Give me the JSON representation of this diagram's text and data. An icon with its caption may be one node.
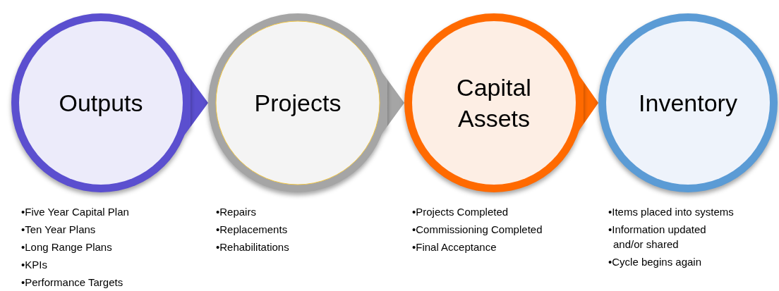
{
  "diagram": {
    "nodes": [
      {
        "text": [
          "Outputs"
        ],
        "beside": [
          "•Five Year Capital Plan",
          "•Ten Year Plans",
          "•Long Range Plans",
          "•KPIs",
          "•Performance Targets"
        ]
      },
      {
        "text": [
          "Projects"
        ],
        "beside": [
          "•Repairs",
          "•Replacements",
          "•Rehabilitations"
        ]
      },
      {
        "text": [
          "Capital Assets"
        ],
        "beside": [
          "•Projects Completed",
          "•Commissioning Completed",
          "•Final Acceptance"
        ]
      },
      {
        "text": [
          "Inventory"
        ],
        "beside": [
          "•Items placed into systems",
          "•Information updated and/or shared",
          "•Cycle begins again"
        ]
      }
    ],
    "edges": [
      {
        "from": 0,
        "to": 1,
        "arrow": "to",
        "color": "#5b4fcf"
      },
      {
        "from": 1,
        "to": 2,
        "arrow": "to",
        "color": "#a5a5a5"
      },
      {
        "from": 2,
        "to": 3,
        "arrow": "to",
        "color": "#ff6a00"
      }
    ]
  }
}
